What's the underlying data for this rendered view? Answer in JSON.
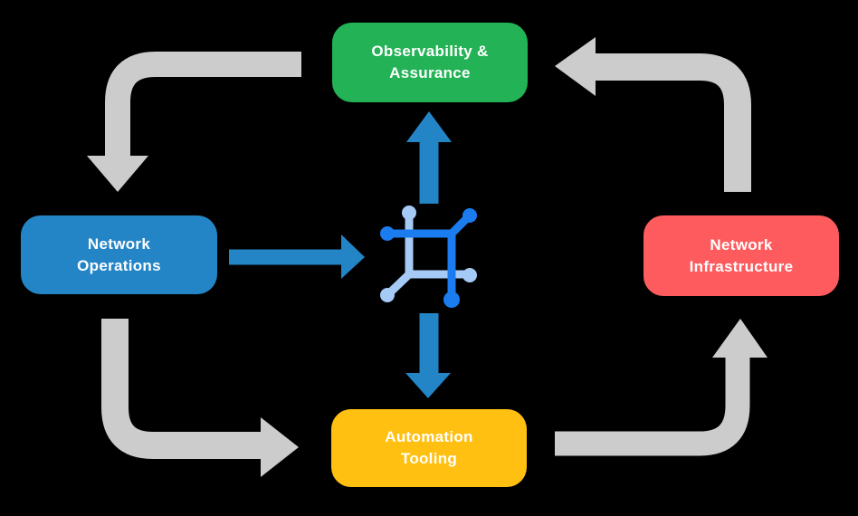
{
  "colors": {
    "background": "#000000",
    "arrow_gray": "#CCCCCC",
    "arrow_blue": "#2385C6",
    "icon_dark_blue": "#1B7CEF",
    "icon_light_blue": "#A5CAF6",
    "text": "#FFFFFF",
    "node_green": "#23B255",
    "node_blue": "#2385C6",
    "node_red": "#FE5B5E",
    "node_yellow": "#FFC011"
  },
  "nodes": {
    "observability": {
      "label": "Observability &\nAssurance",
      "color": "#23B255"
    },
    "operations": {
      "label": "Network\nOperations",
      "color": "#2385C6"
    },
    "infrastructure": {
      "label": "Network\nInfrastructure",
      "color": "#FE5B5E"
    },
    "automation": {
      "label": "Automation\nTooling",
      "color": "#FFC011"
    }
  },
  "icons": {
    "center": "network-automation-icon"
  }
}
